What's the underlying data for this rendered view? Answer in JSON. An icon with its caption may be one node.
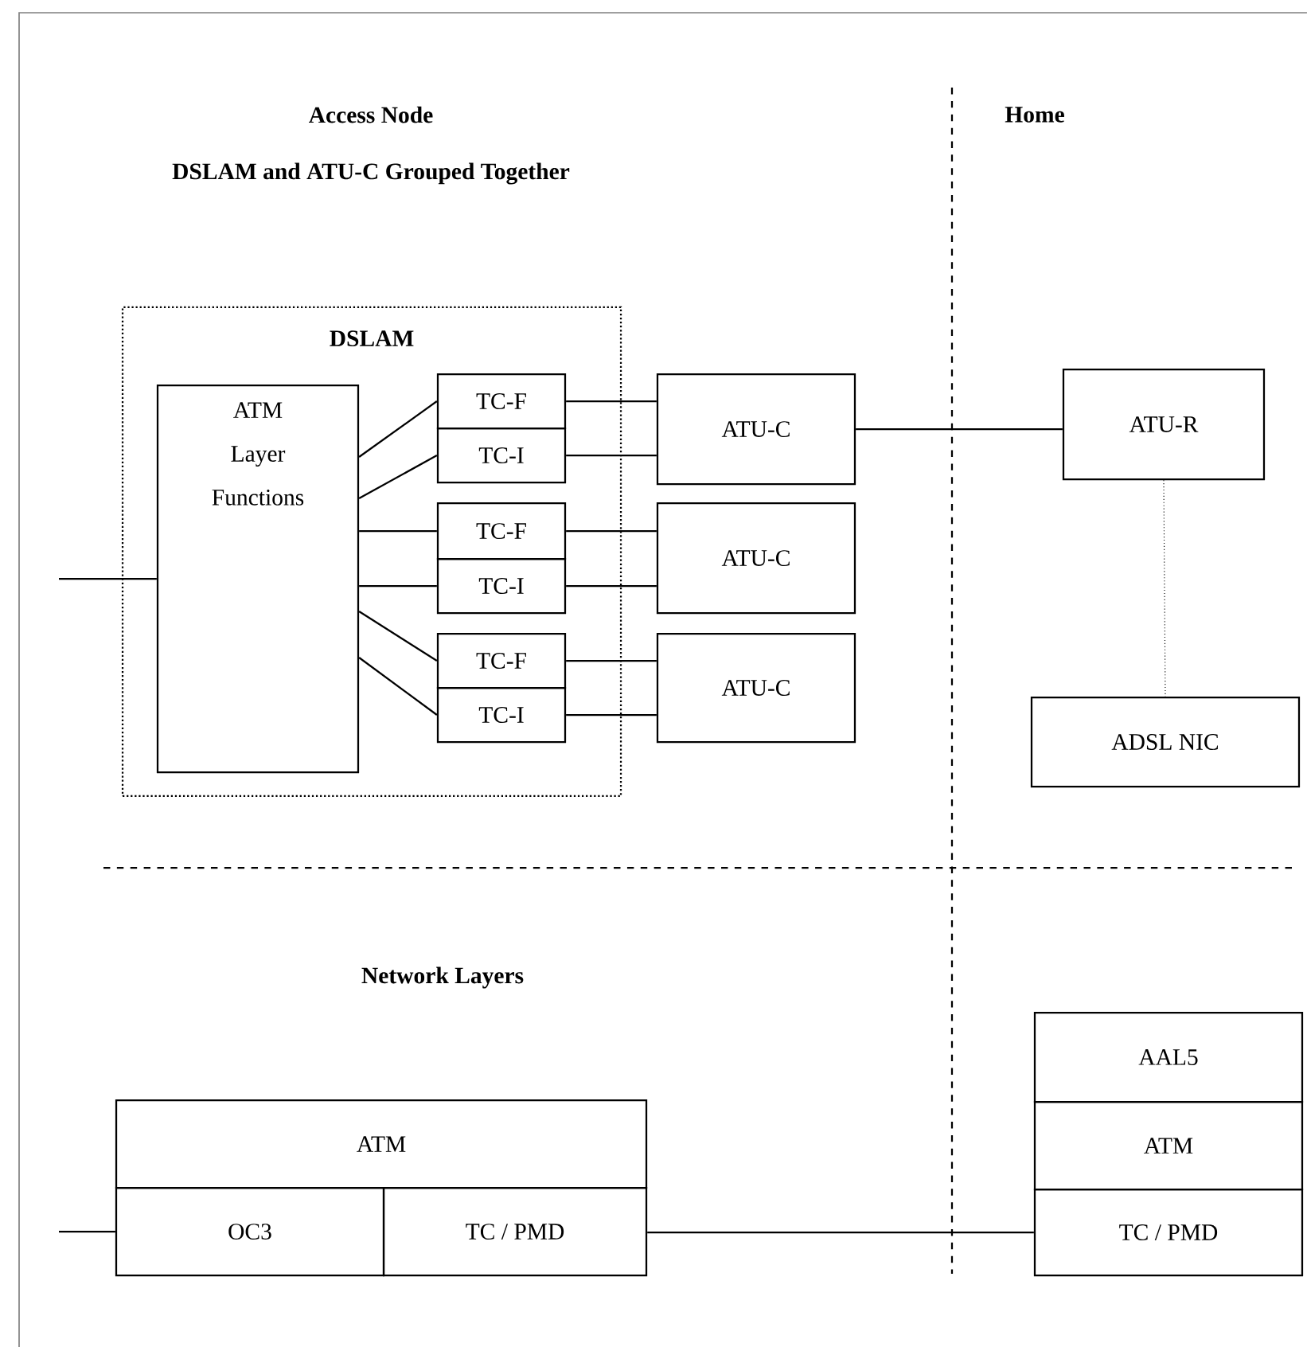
{
  "diagram": {
    "nodes": [
      {
        "text": [
          "DSLAM"
        ]
      },
      {
        "text": [
          "ATM Layer Functions"
        ],
        "in": 0
      },
      {
        "text": [
          "TC-F"
        ],
        "in": 0
      },
      {
        "text": [
          "TC-I"
        ],
        "in": 0
      },
      {
        "text": [
          "TC-F"
        ],
        "in": 0
      },
      {
        "text": [
          "TC-I"
        ],
        "in": 0
      },
      {
        "text": [
          "TC-F"
        ],
        "in": 0
      },
      {
        "text": [
          "TC-I"
        ],
        "in": 0
      },
      {
        "text": [
          "ATU-C"
        ]
      },
      {
        "text": [
          "ATU-C"
        ]
      },
      {
        "text": [
          "ATU-C"
        ]
      },
      {
        "text": [
          "ATU-R"
        ]
      },
      {
        "text": [
          "ADSL NIC"
        ]
      },
      {
        "text": [
          "ATM"
        ]
      },
      {
        "text": [
          "OC3"
        ]
      },
      {
        "text": [
          "TC / PMD"
        ]
      },
      {
        "text": [
          "AAL5"
        ]
      },
      {
        "text": [
          "ATM"
        ]
      },
      {
        "text": [
          "TC / PMD"
        ]
      }
    ],
    "edges": [
      {
        "from": null,
        "to": 1,
        "arrow": "none"
      },
      {
        "from": 1,
        "to": 2,
        "arrow": "none"
      },
      {
        "from": 1,
        "to": 3,
        "arrow": "none"
      },
      {
        "from": 1,
        "to": 4,
        "arrow": "none"
      },
      {
        "from": 1,
        "to": 5,
        "arrow": "none"
      },
      {
        "from": 1,
        "to": 6,
        "arrow": "none"
      },
      {
        "from": 1,
        "to": 7,
        "arrow": "none"
      },
      {
        "from": 2,
        "to": 8,
        "arrow": "none"
      },
      {
        "from": 3,
        "to": 8,
        "arrow": "none"
      },
      {
        "from": 4,
        "to": 9,
        "arrow": "none"
      },
      {
        "from": 5,
        "to": 9,
        "arrow": "none"
      },
      {
        "from": 6,
        "to": 10,
        "arrow": "none"
      },
      {
        "from": 7,
        "to": 10,
        "arrow": "none"
      },
      {
        "from": 8,
        "to": 11,
        "arrow": "none"
      },
      {
        "from": 11,
        "to": 12,
        "arrow": "none",
        "style": "dashed"
      },
      {
        "from": null,
        "to": 14,
        "arrow": "none"
      },
      {
        "from": 15,
        "to": 18,
        "arrow": "none"
      }
    ],
    "labels": [
      "Access Node",
      "DSLAM and ATU-C Grouped Together",
      "Home",
      "Network Layers"
    ]
  }
}
